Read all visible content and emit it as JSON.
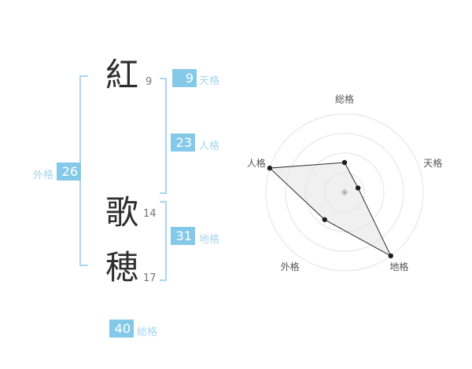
{
  "name_panel": {
    "characters": [
      {
        "char": "紅",
        "strokes": "9"
      },
      {
        "char": "歌",
        "strokes": "14"
      },
      {
        "char": "穂",
        "strokes": "17"
      }
    ],
    "badges": {
      "tenkaku": {
        "value": "9",
        "label": "天格"
      },
      "jinkaku": {
        "value": "23",
        "label": "人格"
      },
      "chikaku": {
        "value": "31",
        "label": "地格"
      },
      "gaikaku": {
        "value": "26",
        "label": "外格"
      },
      "soukaku": {
        "value": "40",
        "label": "総格"
      }
    }
  },
  "chart_data": {
    "type": "radar",
    "axes": [
      "総格",
      "天格",
      "地格",
      "外格",
      "人格"
    ],
    "values": [
      38,
      18,
      100,
      43,
      100
    ],
    "max": 100,
    "rings": 4,
    "grid": "concentric-circles",
    "legend": false,
    "title": ""
  },
  "colors": {
    "accent_blue": "#85c9e9",
    "label_blue": "#a6d6ef",
    "bracket_blue": "#a9d7ef",
    "ring": "#e3e3e3",
    "polygon_fill": "#e3e3e3",
    "polygon_stroke": "#2a2a2a",
    "point": "#1f1f1f",
    "center_marker": "#cccccc",
    "axis_label": "#555555"
  }
}
